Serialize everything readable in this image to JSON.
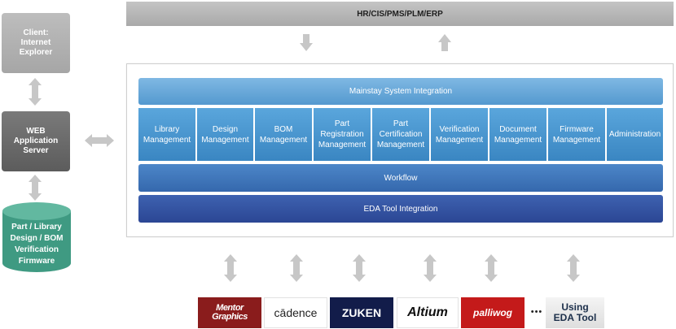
{
  "top_system": "HR/CIS/PMS/PLM/ERP",
  "client_box": "Client:\nInternet\nExplorer",
  "server_box": "WEB\nApplication\nServer",
  "database": "Part / Library\nDesign / BOM\nVerification\nFirmware",
  "integration_bar": "Mainstay System Integration",
  "modules": [
    "Library\nManagement",
    "Design\nManagement",
    "BOM\nManagement",
    "Part\nRegistration\nManagement",
    "Part\nCertification\nManagement",
    "Verification\nManagement",
    "Document\nManagement",
    "Firmware\nManagement",
    "Administration"
  ],
  "workflow_bar": "Workflow",
  "eda_bar": "EDA Tool Integration",
  "tools": [
    {
      "label": "Mentor\nGraphics",
      "bg": "#8a1c1c",
      "fg": "#ffffff"
    },
    {
      "label": "cādence",
      "bg": "#ffffff",
      "fg": "#222222"
    },
    {
      "label": "ZUKEN",
      "bg": "#121c4a",
      "fg": "#ffffff"
    },
    {
      "label": "Altium",
      "bg": "#ffffff",
      "fg": "#111111"
    },
    {
      "label": "palliwog",
      "bg": "#c41a1a",
      "fg": "#ffffff"
    },
    {
      "label": "Using\nEDA Tool",
      "bg": "#ececec",
      "fg": "#1c2f4a"
    }
  ],
  "ellipsis": "•••",
  "colors": {
    "arrow": "#c7c7c7",
    "database": "#3f9a82"
  }
}
